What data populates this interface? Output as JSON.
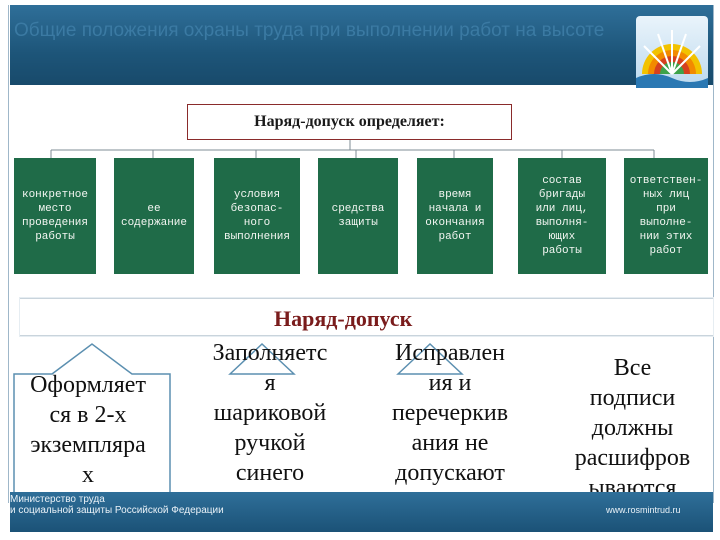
{
  "header": {
    "title": "Общие положения охраны труда при выполнении работ на высоте"
  },
  "diagram": {
    "root_label": "Наряд-допуск определяет:",
    "items": [
      "конкретное место проведения работы",
      "ее содержание",
      "условия безопасного выполнения",
      "средства защиты",
      "время начала и окончания работ",
      "состав бригады или лиц, выполняющих работы",
      "ответственных лиц при выполнении этих работ"
    ],
    "items_display": [
      [
        "конкретное",
        "место",
        "проведения",
        "работы"
      ],
      [
        "ее",
        "содержание"
      ],
      [
        "условия",
        "безопас-",
        "ного",
        "выполнения"
      ],
      [
        "средства",
        "защиты"
      ],
      [
        "время",
        "начала и",
        "окончания",
        "работ"
      ],
      [
        "состав",
        "бригады",
        "или лиц,",
        "выполня-",
        "ющих",
        "работы"
      ],
      [
        "ответствен-",
        "ных лиц",
        "при",
        "выполне-",
        "нии этих",
        "работ"
      ]
    ]
  },
  "bottom": {
    "band_title": "Наряд-допуск",
    "col1": [
      "Оформляет",
      "ся в 2-х",
      "экземпляра",
      "х"
    ],
    "col2": [
      "Заполняетс",
      "я",
      "шариковой",
      "ручкой",
      "синего"
    ],
    "col3": [
      "Исправлен",
      "ия и",
      "перечеркив",
      "ания не",
      "допускают"
    ],
    "col4": [
      "Все",
      "подписи",
      "должны",
      "расшифров",
      "ываются"
    ]
  },
  "footer": {
    "org_line1": "Министерство труда",
    "org_line2": "и социальной защиты Российской Федерации",
    "site": "www.rosmintrud.ru"
  },
  "colors": {
    "header_blue": "#1d5579",
    "box_green": "#1f6b48",
    "title_red": "#7a1c1c"
  }
}
